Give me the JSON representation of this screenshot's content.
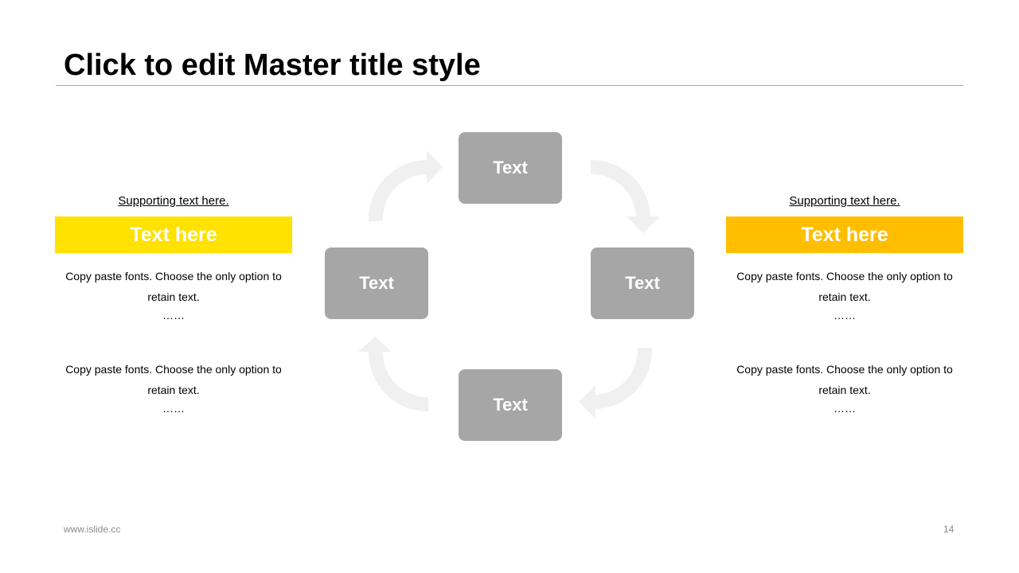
{
  "title": "Click to edit Master title style",
  "colors": {
    "left_accent": "#FFE200",
    "right_accent": "#FFBE00",
    "box": "#A6A6A6",
    "arrow": "#F0F0F0"
  },
  "left": {
    "supporting": "Supporting text here.",
    "heading": "Text here",
    "body": [
      {
        "text": "Copy paste fonts. Choose the only option to retain text.",
        "dots": "……"
      },
      {
        "text": "Copy paste fonts. Choose the only option to retain text.",
        "dots": "……"
      }
    ]
  },
  "right": {
    "supporting": "Supporting text here.",
    "heading": "Text here",
    "body": [
      {
        "text": "Copy paste fonts. Choose the only option to retain text.",
        "dots": "……"
      },
      {
        "text": "Copy paste fonts. Choose the only option to retain text.",
        "dots": "……"
      }
    ]
  },
  "cycle": {
    "top": "Text",
    "left": "Text",
    "right": "Text",
    "bottom": "Text"
  },
  "footer": {
    "url": "www.islide.cc",
    "page": "14"
  }
}
